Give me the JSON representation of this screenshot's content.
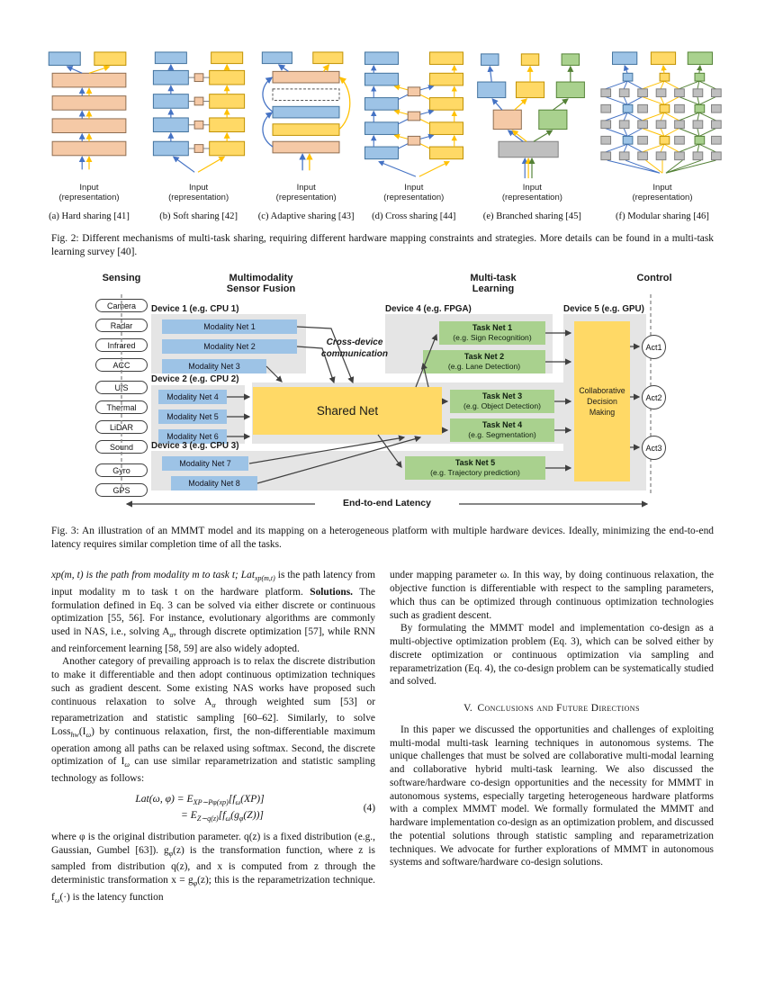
{
  "figure2": {
    "caption": "Fig. 2: Different mechanisms of multi-task sharing, requiring different hardware mapping constraints and strategies. More details can be found in a multi-task learning survey [40].",
    "input_line1": "Input",
    "input_line2": "(representation)",
    "panels": [
      {
        "label": "(a) Hard sharing [41]"
      },
      {
        "label": "(b) Soft sharing [42]"
      },
      {
        "label": "(c) Adaptive sharing [43]"
      },
      {
        "label": "(d) Cross sharing [44]"
      },
      {
        "label": "(e) Branched sharing [45]"
      },
      {
        "label": "(f) Modular sharing [46]"
      }
    ]
  },
  "figure3": {
    "caption": "Fig. 3: An illustration of an MMMT model and its mapping on a heterogeneous platform with multiple hardware devices. Ideally, minimizing the end-to-end latency requires similar completion time of all the tasks.",
    "headers": {
      "sensing": "Sensing",
      "fusion_line1": "Multimodality",
      "fusion_line2": "Sensor Fusion",
      "mtl_line1": "Multi-task",
      "mtl_line2": "Learning",
      "control": "Control"
    },
    "sensors": [
      "Camera",
      "Radar",
      "Infrared",
      "ACC",
      "U/S",
      "Thermal",
      "LiDAR",
      "Sound",
      "Gyro",
      "GPS"
    ],
    "devices": [
      "Device 1 (e.g. CPU 1)",
      "Device 2 (e.g. CPU 2)",
      "Device 3 (e.g. CPU 3)",
      "Device 4 (e.g. FPGA)",
      "Device 5 (e.g. GPU)"
    ],
    "modality_nets": [
      "Modality Net 1",
      "Modality Net 2",
      "Modality Net 3",
      "Modality Net 4",
      "Modality Net 5",
      "Modality Net 6",
      "Modality Net 7",
      "Modality Net 8"
    ],
    "shared_net": "Shared Net",
    "cross_device_line1": "Cross-device",
    "cross_device_line2": "communication",
    "task_nets": [
      {
        "title": "Task Net 1",
        "subtitle": "(e.g. Sign Recognition)"
      },
      {
        "title": "Task Net 2",
        "subtitle": "(e.g. Lane Detection)"
      },
      {
        "title": "Task Net 3",
        "subtitle": "(e.g. Object Detection)"
      },
      {
        "title": "Task Net 4",
        "subtitle": "(e.g. Segmentation)"
      },
      {
        "title": "Task Net 5",
        "subtitle": "(e.g. Trajectory prediction)"
      }
    ],
    "cdm": "Collaborative Decision Making",
    "actuators": [
      "Act1",
      "Act2",
      "Act3"
    ],
    "latency_label": "End-to-end Latency"
  },
  "body": {
    "left": {
      "p1a": "xp(m, t) is the path from modality m to task t; Lat",
      "p1b": "xp(m,t)",
      "p1c": " is the path latency from input modality m to task t on the hardware platform. ",
      "p1d": "Solutions.",
      "p1e": " The formulation defined in Eq. 3 can be solved via either discrete or continuous optimization [55, 56]. For instance, evolutionary algorithms are commonly used in NAS, i.e., solving A",
      "p1f": "α",
      "p1g": ", through discrete optimization [57], while RNN and reinforcement learning [58, 59] are also widely adopted.",
      "p2a": "Another category of prevailing approach is to relax the discrete distribution to make it differentiable and then adopt continuous optimization techniques such as gradient descent. Some existing NAS works have proposed such continuous relaxation to solve A",
      "p2b": "α",
      "p2c": " through weighted sum [53] or reparametrization and statistic sampling [60–62]. Similarly, to solve Loss",
      "p2d": "hw",
      "p2e": "(I",
      "p2f": "ω",
      "p2g": ") by continuous relaxation, first, the non-differentiable maximum operation among all paths can be relaxed using softmax. Second, the discrete optimization of I",
      "p2h": "ω",
      "p2i": " can use similar reparametrization and statistic sampling technology as follows:",
      "eq": {
        "lhs": "Lat(ω, φ) ",
        "l1a": "= E",
        "l1b": "XP∼Pφ(xp)",
        "l1c": "[f",
        "l1d": "ω",
        "l1e": "(XP)]",
        "l2a": "= E",
        "l2b": "Z∼q(z)",
        "l2c": "[f",
        "l2d": "ω",
        "l2e": "(g",
        "l2f": "φ",
        "l2g": "(Z))]",
        "num": "(4)"
      },
      "p3a": "where φ is the original distribution parameter. q(z) is a fixed distribution (e.g., Gaussian, Gumbel [63]). g",
      "p3b": "φ",
      "p3c": "(z) is the transformation function, where z is sampled from distribution q(z), and x is computed from z through the deterministic transformation x = g",
      "p3d": "φ",
      "p3e": "(z); this is the reparametrization technique. f",
      "p3f": "ω",
      "p3g": "(·) is the latency function"
    },
    "right": {
      "p1": "under mapping parameter ω. In this way, by doing continuous relaxation, the objective function is differentiable with respect to the sampling parameters, which thus can be optimized through continuous optimization technologies such as gradient descent.",
      "p2": "By formulating the MMMT model and implementation co-design as a multi-objective optimization problem (Eq. 3), which can be solved either by discrete optimization or continuous optimization via sampling and reparametrization (Eq. 4), the co-design problem can be systematically studied and solved.",
      "heading_num": "V.",
      "heading_text": "Conclusions and Future Directions",
      "p3": "In this paper we discussed the opportunities and challenges of exploiting multi-modal multi-task learning techniques in autonomous systems. The unique challenges that must be solved are collaborative multi-modal learning and collaborative hybrid multi-task learning. We also discussed the software/hardware co-design opportunities and the necessity for MMMT in autonomous systems, especially targeting heterogeneous hardware platforms with a complex MMMT model. We formally formulated the MMMT and hardware implementation co-design as an optimization problem, and discussed the potential solutions through statistic sampling and reparametrization techniques. We advocate for further explorations of MMMT in autonomous systems and software/hardware co-design solutions."
    }
  },
  "colors": {
    "box_blue": "#9dc3e6",
    "box_yellow": "#ffd966",
    "box_peach": "#f5c9a6",
    "box_green": "#a9d18e",
    "box_gray": "#bfbfbf",
    "panel_gray": "#e5e5e5",
    "arrow_blue": "#4472c4",
    "arrow_yellow": "#ffc000",
    "arrow_green": "#538135",
    "arrow_dark": "#3f3f3f"
  }
}
